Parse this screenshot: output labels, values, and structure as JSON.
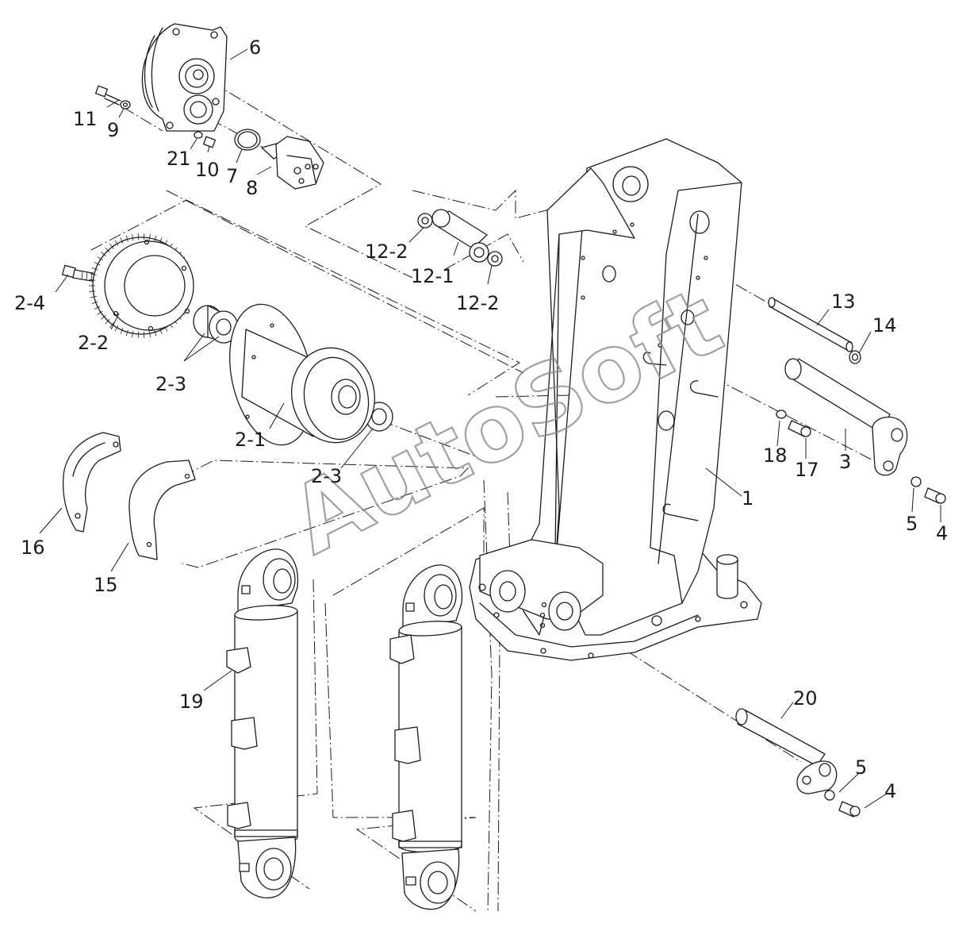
{
  "watermark": "AutoSoft",
  "callouts": {
    "c6": "6",
    "c11": "11",
    "c9": "9",
    "c21": "21",
    "c10": "10",
    "c7": "7",
    "c8": "8",
    "c12_2a": "12-2",
    "c12_1": "12-1",
    "c12_2b": "12-2",
    "c2_4": "2-4",
    "c2_2": "2-2",
    "c2_3a": "2-3",
    "c2_1": "2-1",
    "c2_3b": "2-3",
    "c13": "13",
    "c14": "14",
    "c18": "18",
    "c17": "17",
    "c3": "3",
    "c5a": "5",
    "c4a": "4",
    "c1": "1",
    "c16": "16",
    "c15": "15",
    "c19": "19",
    "c20": "20",
    "c5b": "5",
    "c4b": "4"
  }
}
